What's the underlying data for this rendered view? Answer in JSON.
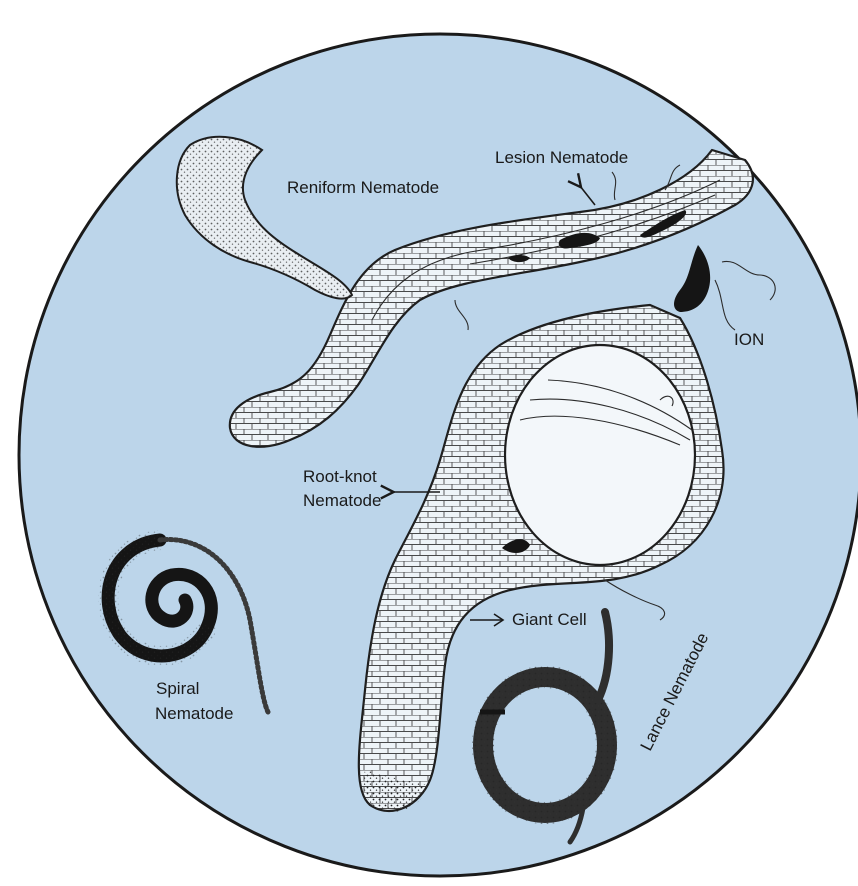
{
  "colors": {
    "background": "#ffffff",
    "disc_fill": "#bcd5ea",
    "disc_border": "#1a1a1a",
    "ink": "#1a1a1a"
  },
  "labels": {
    "reniform": "Reniform Nematode",
    "lesion": "Lesion Nematode",
    "ion": "ION",
    "root_knot_line1": "Root-knot",
    "root_knot_line2": "Nematode",
    "giant_cell": "Giant Cell",
    "spiral_line1": "Spiral",
    "spiral_line2": "Nematode",
    "lance": "Lance Nematode"
  }
}
